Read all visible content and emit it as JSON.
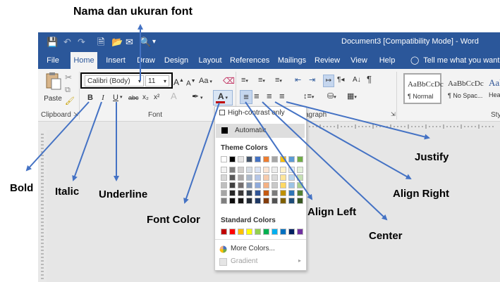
{
  "window": {
    "title": "Document3 [Compatibility Mode] - Word"
  },
  "tabs": [
    "File",
    "Home",
    "Insert",
    "Draw",
    "Design",
    "Layout",
    "References",
    "Mailings",
    "Review",
    "View",
    "Help"
  ],
  "active_tab": "Home",
  "tell_me": "Tell me what you want to do",
  "ribbon": {
    "clipboard": {
      "paste_label": "Paste",
      "group_label": "Clipboard"
    },
    "font": {
      "font_name": "Calibri (Body)",
      "font_size": "11",
      "grow_label": "A",
      "shrink_label": "A",
      "case_label": "Aa",
      "bold_label": "B",
      "italic_label": "I",
      "underline_label": "U",
      "strike_label": "abc",
      "subscript_label": "x₂",
      "superscript_label": "x²",
      "font_color_label": "A",
      "group_label": "Font"
    },
    "paragraph": {
      "group_label": "Paragraph",
      "group_label_visible": "agraph",
      "pilcrow": "¶"
    },
    "styles": {
      "tiles": [
        {
          "sample": "AaBbCcDc",
          "name": "¶ Normal"
        },
        {
          "sample": "AaBbCcDc",
          "name": "¶ No Spac..."
        },
        {
          "sample": "AaE",
          "name": "Head"
        }
      ],
      "group_label": "Sty"
    }
  },
  "font_color_menu": {
    "high_contrast": "High-contrast only",
    "automatic": "Automatic",
    "theme_colors_label": "Theme Colors",
    "standard_colors_label": "Standard Colors",
    "more_colors": "More Colors...",
    "gradient": "Gradient",
    "theme_colors": [
      "#ffffff",
      "#000000",
      "#e7e6e6",
      "#44546a",
      "#4472c4",
      "#ed7d31",
      "#a5a5a5",
      "#ffc000",
      "#5b9bd5",
      "#70ad47"
    ],
    "theme_shades": [
      [
        "#f2f2f2",
        "#7f7f7f",
        "#d0cece",
        "#d6dce4",
        "#d9e2f3",
        "#fbe5d5",
        "#ededed",
        "#fff2cc",
        "#deebf6",
        "#e2efd9"
      ],
      [
        "#d8d8d8",
        "#595959",
        "#aeabab",
        "#adb9ca",
        "#b4c6e7",
        "#f7cbac",
        "#dbdbdb",
        "#fee599",
        "#bdd7ee",
        "#c5e0b3"
      ],
      [
        "#bfbfbf",
        "#3f3f3f",
        "#757070",
        "#8496b0",
        "#8eaadb",
        "#f4b183",
        "#c9c9c9",
        "#ffd965",
        "#9cc3e5",
        "#a8d08d"
      ],
      [
        "#a5a5a5",
        "#262626",
        "#3a3838",
        "#323f4f",
        "#2f5496",
        "#c55a11",
        "#7b7b7b",
        "#bf9000",
        "#2e75b5",
        "#538135"
      ],
      [
        "#7f7f7f",
        "#0c0c0c",
        "#171616",
        "#222a35",
        "#1e3864",
        "#833c0b",
        "#525252",
        "#7f6000",
        "#1e4d78",
        "#375623"
      ]
    ],
    "standard_colors": [
      "#c00000",
      "#ff0000",
      "#ffc000",
      "#ffff00",
      "#92d050",
      "#00b050",
      "#00b0f0",
      "#0070c0",
      "#002060",
      "#7030a0"
    ]
  },
  "callouts": {
    "font_name_size": "Nama dan ukuran font",
    "bold": "Bold",
    "italic": "Italic",
    "underline": "Underline",
    "font_color": "Font Color",
    "align_left": "Align Left",
    "center": "Center",
    "align_right": "Align Right",
    "justify": "Justify"
  },
  "colors": {
    "word_blue": "#2b579a",
    "arrow_blue": "#4472c4",
    "font_color_bar": "#c00000"
  }
}
